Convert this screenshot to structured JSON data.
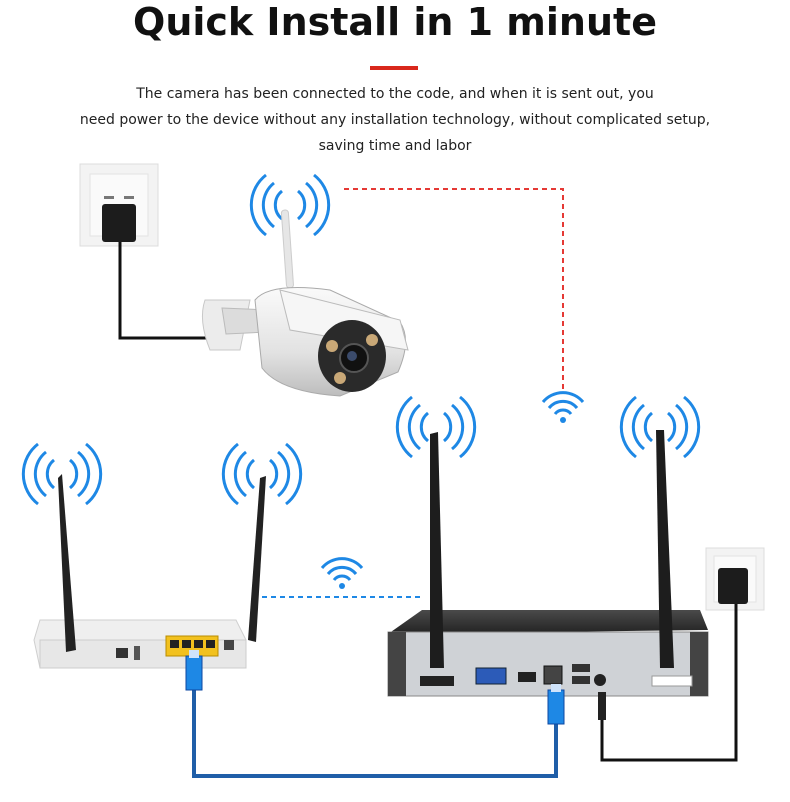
{
  "title": "Quick Install in 1 minute",
  "description": {
    "line1": "The camera has been connected to the code, and when it is sent out, you",
    "line2": "need power to the device without any installation technology, without complicated setup,",
    "line3": "saving time and labor"
  },
  "colors": {
    "accent": "#d9281c",
    "wifi": "#1e88e5",
    "ethernet": "#1f5ea8",
    "wireless_dashed_red": "#e53935",
    "wireless_dashed_blue": "#1e88e5"
  },
  "icons": [
    "wall-outlet-icon",
    "power-adapter-icon",
    "wifi-signal-icon",
    "camera-icon",
    "router-icon",
    "nvr-icon",
    "rj45-plug-icon"
  ]
}
